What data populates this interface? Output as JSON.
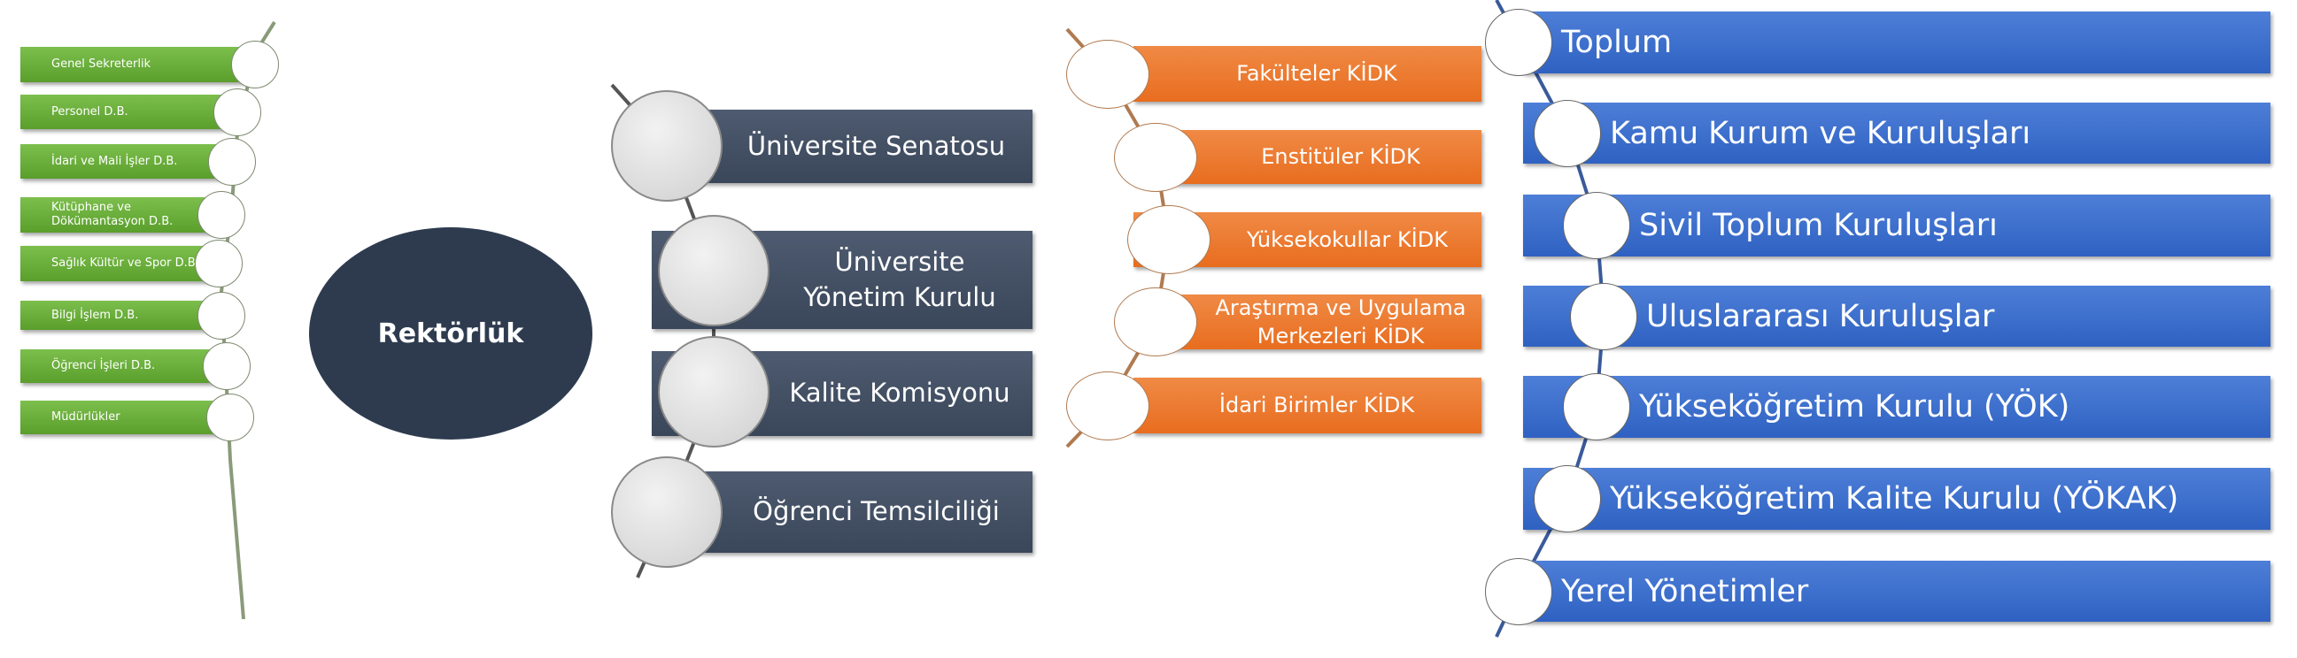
{
  "center": {
    "label": "Rektörlük"
  },
  "admin_units": [
    "Genel Sekreterlik",
    "Personel D.B.",
    "İdari ve Mali İşler D.B.",
    "Kütüphane ve Dökümantasyon D.B.",
    "Sağlık Kültür ve Spor D.B.",
    "Bilgi İşlem D.B.",
    "Öğrenci İşleri D.B.",
    "Müdürlükler"
  ],
  "boards": [
    "Üniversite Senatosu",
    "Üniversite Yönetim Kurulu",
    "Kalite Komisyonu",
    "Öğrenci Temsilciliği"
  ],
  "kidk": [
    "Fakülteler KİDK",
    "Enstitüler KİDK",
    "Yüksekokullar KİDK",
    "Araştırma ve Uygulama Merkezleri KİDK",
    "İdari Birimler KİDK"
  ],
  "stakeholders": [
    "Toplum",
    "Kamu Kurum ve Kuruluşları",
    "Sivil Toplum Kuruluşları",
    "Uluslararası Kuruluşlar",
    "Yükseköğretim Kurulu (YÖK)",
    "Yükseköğretim Kalite Kurulu (YÖKAK)",
    "Yerel Yönetimler"
  ],
  "colors": {
    "green": "#6aaf3a",
    "dark": "#3f4b5e",
    "orange": "#ec7a2e",
    "blue": "#3a6ccc",
    "center": "#2e3b4f"
  }
}
